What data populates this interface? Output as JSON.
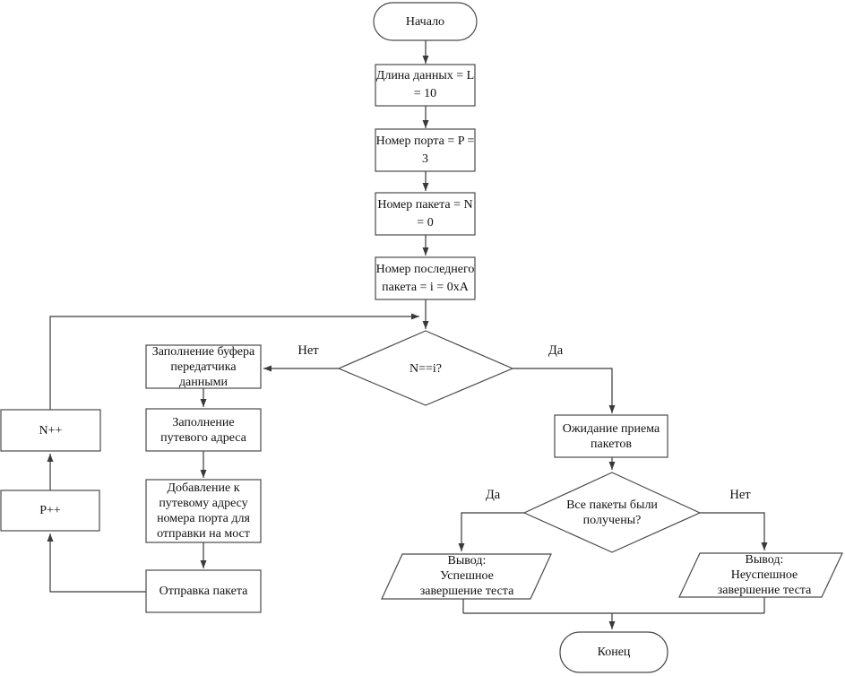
{
  "flow": {
    "colors": {
      "background": "#ffffff",
      "stroke": "#4a4a4a",
      "arrow": "#3a3a3a",
      "text": "#111111"
    },
    "nodes": {
      "start": {
        "type": "terminator",
        "label": "Начало"
      },
      "step_length": {
        "type": "process",
        "label": "Длина данных = L\n= 10"
      },
      "step_port": {
        "type": "process",
        "label": "Номер порта = P =\n3"
      },
      "step_packet": {
        "type": "process",
        "label": "Номер пакета = N\n= 0"
      },
      "step_last": {
        "type": "process",
        "label": "Номер последнего\nпакета = i = 0xA"
      },
      "decision_n_eq_i": {
        "type": "decision",
        "label": "N==i?"
      },
      "fill_buffer": {
        "type": "process",
        "label": "Заполнение буфера\nпередатчика\nданными"
      },
      "fill_path": {
        "type": "process",
        "label": "Заполнение\nпутевого адреса"
      },
      "add_port": {
        "type": "process",
        "label": "Добавление к\nпутевому адресу\nномера порта для\nотправки на мост"
      },
      "send_packet": {
        "type": "process",
        "label": "Отправка пакета"
      },
      "n_increment": {
        "type": "process",
        "label": "N++"
      },
      "p_increment": {
        "type": "process",
        "label": "P++"
      },
      "wait_receive": {
        "type": "process",
        "label": "Ожидание приема\nпакетов"
      },
      "decision_all": {
        "type": "decision",
        "label": "Все пакеты были\nполучены?"
      },
      "output_success": {
        "type": "io",
        "label": "Вывод:\nУспешное\nзавершение теста"
      },
      "output_fail": {
        "type": "io",
        "label": "Вывод:\nНеуспешное\nзавершение теста"
      },
      "end": {
        "type": "terminator",
        "label": "Конец"
      }
    },
    "edges": {
      "decision1_no": "Нет",
      "decision1_yes": "Да",
      "decision2_yes": "Да",
      "decision2_no": "Нет"
    }
  }
}
